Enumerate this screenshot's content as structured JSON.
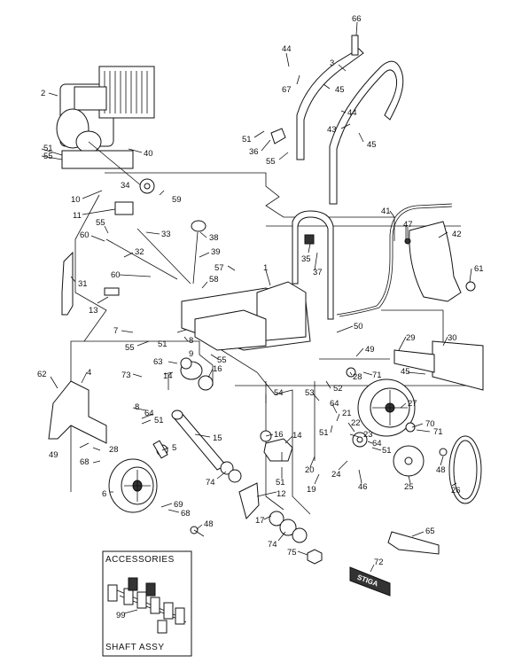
{
  "callouts": [
    {
      "id": "c66",
      "text": "66"
    },
    {
      "id": "c3",
      "text": "3"
    },
    {
      "id": "c44a",
      "text": "44"
    },
    {
      "id": "c67",
      "text": "67"
    },
    {
      "id": "c45a",
      "text": "45"
    },
    {
      "id": "c44b",
      "text": "44"
    },
    {
      "id": "c43",
      "text": "43"
    },
    {
      "id": "c45b",
      "text": "45"
    },
    {
      "id": "c51a",
      "text": "51"
    },
    {
      "id": "c36",
      "text": "36"
    },
    {
      "id": "c55a",
      "text": "55"
    },
    {
      "id": "c2",
      "text": "2"
    },
    {
      "id": "c51b",
      "text": "51"
    },
    {
      "id": "c55b",
      "text": "55"
    },
    {
      "id": "c40",
      "text": "40"
    },
    {
      "id": "c34",
      "text": "34"
    },
    {
      "id": "c59",
      "text": "59"
    },
    {
      "id": "c10",
      "text": "10"
    },
    {
      "id": "c11",
      "text": "11"
    },
    {
      "id": "c55c",
      "text": "55"
    },
    {
      "id": "c33",
      "text": "33"
    },
    {
      "id": "c38",
      "text": "38"
    },
    {
      "id": "c60a",
      "text": "60"
    },
    {
      "id": "c32",
      "text": "32"
    },
    {
      "id": "c39",
      "text": "39"
    },
    {
      "id": "c35",
      "text": "35"
    },
    {
      "id": "c37",
      "text": "37"
    },
    {
      "id": "c41",
      "text": "41"
    },
    {
      "id": "c47",
      "text": "47"
    },
    {
      "id": "c42",
      "text": "42"
    },
    {
      "id": "c61",
      "text": "61"
    },
    {
      "id": "c1",
      "text": "1"
    },
    {
      "id": "c57",
      "text": "57"
    },
    {
      "id": "c60b",
      "text": "60"
    },
    {
      "id": "c58",
      "text": "58"
    },
    {
      "id": "c31",
      "text": "31"
    },
    {
      "id": "c13",
      "text": "13"
    },
    {
      "id": "c7",
      "text": "7"
    },
    {
      "id": "c8a",
      "text": "8"
    },
    {
      "id": "c9",
      "text": "9"
    },
    {
      "id": "c55d",
      "text": "55"
    },
    {
      "id": "c51c",
      "text": "51"
    },
    {
      "id": "c50",
      "text": "50"
    },
    {
      "id": "c29",
      "text": "29"
    },
    {
      "id": "c30",
      "text": "30"
    },
    {
      "id": "c63",
      "text": "63"
    },
    {
      "id": "c55e",
      "text": "55"
    },
    {
      "id": "c49a",
      "text": "49"
    },
    {
      "id": "c4",
      "text": "4"
    },
    {
      "id": "c73",
      "text": "73"
    },
    {
      "id": "c14a",
      "text": "14"
    },
    {
      "id": "c16a",
      "text": "16"
    },
    {
      "id": "c28a",
      "text": "28"
    },
    {
      "id": "c71a",
      "text": "71"
    },
    {
      "id": "c45c",
      "text": "45"
    },
    {
      "id": "c62",
      "text": "62"
    },
    {
      "id": "c54",
      "text": "54"
    },
    {
      "id": "c53",
      "text": "53"
    },
    {
      "id": "c52",
      "text": "52"
    },
    {
      "id": "c8b",
      "text": "8"
    },
    {
      "id": "c64a",
      "text": "64"
    },
    {
      "id": "c51d",
      "text": "51"
    },
    {
      "id": "c64b",
      "text": "64"
    },
    {
      "id": "c27",
      "text": "27"
    },
    {
      "id": "c21",
      "text": "21"
    },
    {
      "id": "c51e",
      "text": "51"
    },
    {
      "id": "c22",
      "text": "22"
    },
    {
      "id": "c23",
      "text": "23"
    },
    {
      "id": "c70",
      "text": "70"
    },
    {
      "id": "c71b",
      "text": "71"
    },
    {
      "id": "c15",
      "text": "15"
    },
    {
      "id": "c16b",
      "text": "16"
    },
    {
      "id": "c14b",
      "text": "14"
    },
    {
      "id": "c64c",
      "text": "64"
    },
    {
      "id": "c51f",
      "text": "51"
    },
    {
      "id": "c49b",
      "text": "49"
    },
    {
      "id": "c28b",
      "text": "28"
    },
    {
      "id": "c5",
      "text": "5"
    },
    {
      "id": "c68a",
      "text": "68"
    },
    {
      "id": "c51g",
      "text": "51"
    },
    {
      "id": "c20",
      "text": "20"
    },
    {
      "id": "c24",
      "text": "24"
    },
    {
      "id": "c25",
      "text": "25"
    },
    {
      "id": "c48a",
      "text": "48"
    },
    {
      "id": "c26",
      "text": "26"
    },
    {
      "id": "c74a",
      "text": "74"
    },
    {
      "id": "c19",
      "text": "19"
    },
    {
      "id": "c46",
      "text": "46"
    },
    {
      "id": "c6",
      "text": "6"
    },
    {
      "id": "c12",
      "text": "12"
    },
    {
      "id": "c69",
      "text": "69"
    },
    {
      "id": "c68b",
      "text": "68"
    },
    {
      "id": "c17",
      "text": "17"
    },
    {
      "id": "c48b",
      "text": "48"
    },
    {
      "id": "c74b",
      "text": "74"
    },
    {
      "id": "c65",
      "text": "65"
    },
    {
      "id": "c75",
      "text": "75"
    },
    {
      "id": "c72",
      "text": "72"
    },
    {
      "id": "c99",
      "text": "99"
    }
  ],
  "accessories_box": {
    "title": "ACCESSORIES",
    "caption": "SHAFT ASSY"
  },
  "brand_plate": {
    "text": "STIGA"
  }
}
